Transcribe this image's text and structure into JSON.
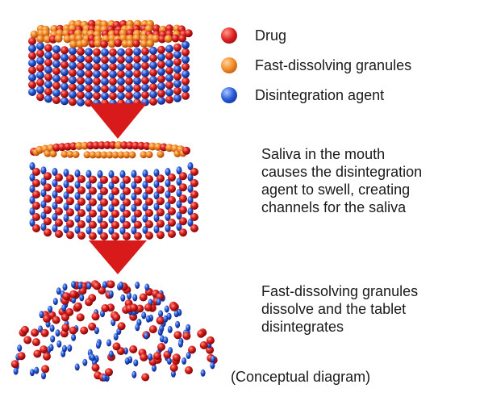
{
  "legend": {
    "items": [
      {
        "key": "drug",
        "label": "Drug",
        "color": "#dd2222",
        "highlight": "#ff9a88",
        "shade": "#7a0000"
      },
      {
        "key": "granules",
        "label": "Fast-dissolving granules",
        "color": "#f28a28",
        "highlight": "#ffd59a",
        "shade": "#a64000"
      },
      {
        "key": "agent",
        "label": "Disintegration agent",
        "color": "#2a5bd8",
        "highlight": "#a9c8ff",
        "shade": "#061f7a"
      }
    ]
  },
  "steps": [
    {
      "text": "Saliva in the mouth\ncauses the disintegration\nagent to swell, creating\nchannels for the saliva"
    },
    {
      "text": "Fast-dissolving granules\ndissolve and the tablet\ndisintegrates"
    }
  ],
  "caption": "(Conceptual diagram)",
  "arrow_color": "#d91a1a"
}
